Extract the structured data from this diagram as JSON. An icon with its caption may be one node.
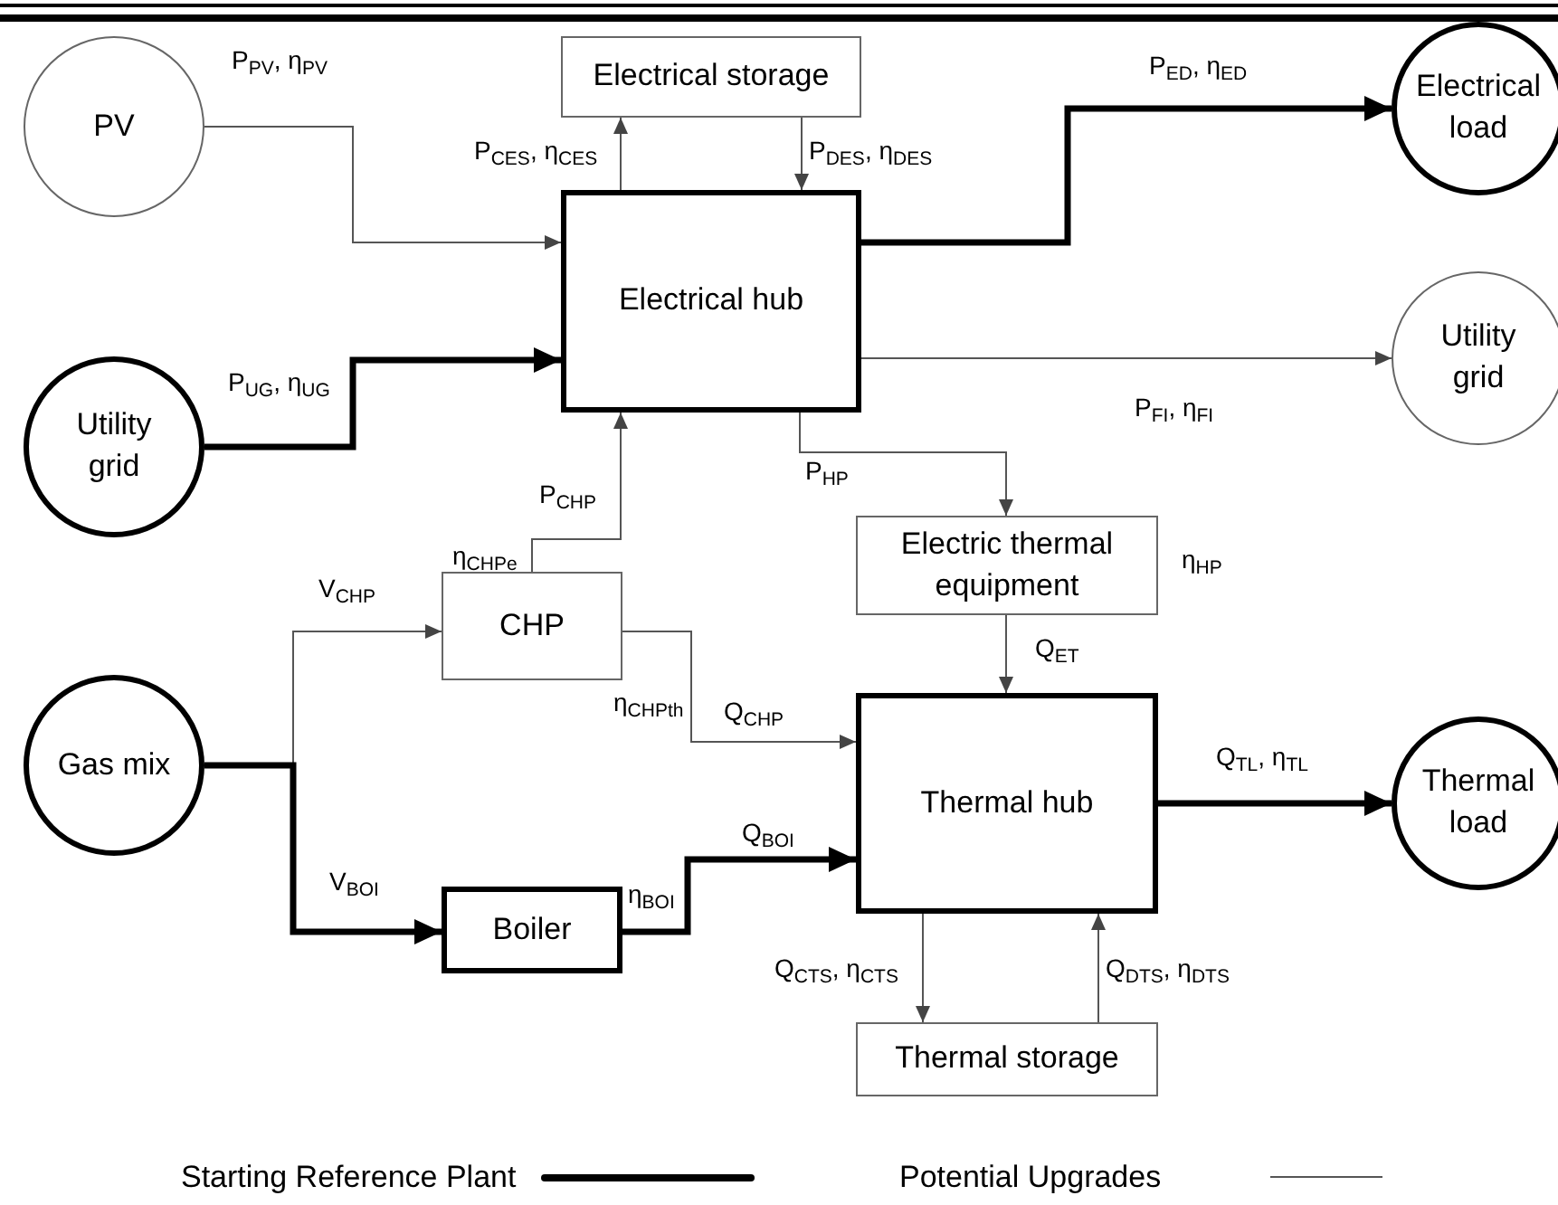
{
  "diagram": {
    "nodes": [
      {
        "text": [
          "PV"
        ]
      },
      {
        "text": [
          "Utility grid"
        ]
      },
      {
        "text": [
          "Electrical storage"
        ]
      },
      {
        "text": [
          "Electrical hub"
        ]
      },
      {
        "text": [
          "Electrical load"
        ]
      },
      {
        "text": [
          "Utility grid"
        ]
      },
      {
        "text": [
          "Electric thermal equipment"
        ],
        "beside": [
          "η$_{HP}$"
        ]
      },
      {
        "text": [
          "CHP"
        ],
        "beside": [
          "η$_{CHPe}$",
          "η$_{CHPth}$"
        ]
      },
      {
        "text": [
          "Gas mix"
        ]
      },
      {
        "text": [
          "Thermal hub"
        ]
      },
      {
        "text": [
          "Boiler"
        ],
        "beside": [
          "η$_{BOI}$"
        ]
      },
      {
        "text": [
          "Thermal load"
        ]
      },
      {
        "text": [
          "Thermal storage"
        ]
      }
    ],
    "edges": [
      {
        "from": 0,
        "to": 3,
        "arrow": "to",
        "label": "P$_{PV}$, η$_{PV}$"
      },
      {
        "from": 3,
        "to": 2,
        "arrow": "to",
        "label": "P$_{CES}$, η$_{CES}$"
      },
      {
        "from": 2,
        "to": 3,
        "arrow": "to",
        "label": "P$_{DES}$, η$_{DES}$"
      },
      {
        "from": 1,
        "to": 3,
        "arrow": "to",
        "label": "P$_{UG}$, η$_{UG}$",
        "style": "thick"
      },
      {
        "from": 3,
        "to": 4,
        "arrow": "to",
        "label": "P$_{ED}$, η$_{ED}$",
        "style": "thick"
      },
      {
        "from": 3,
        "to": 5,
        "arrow": "to",
        "label": "P$_{FI}$, η$_{FI}$"
      },
      {
        "from": 3,
        "to": 6,
        "arrow": "to",
        "label": "P$_{HP}$"
      },
      {
        "from": 7,
        "to": 3,
        "arrow": "to",
        "label": "P$_{CHP}$"
      },
      {
        "from": 8,
        "to": 7,
        "arrow": "to",
        "label": "V$_{CHP}$"
      },
      {
        "from": 7,
        "to": 9,
        "arrow": "to",
        "label": "Q$_{CHP}$"
      },
      {
        "from": 6,
        "to": 9,
        "arrow": "to",
        "label": "Q$_{ET}$"
      },
      {
        "from": 8,
        "to": 10,
        "arrow": "to",
        "label": "V$_{BOI}$",
        "style": "thick"
      },
      {
        "from": 10,
        "to": 9,
        "arrow": "to",
        "label": "Q$_{BOI}$",
        "style": "thick"
      },
      {
        "from": 9,
        "to": 11,
        "arrow": "to",
        "label": "Q$_{TL}$, η$_{TL}$",
        "style": "thick"
      },
      {
        "from": 9,
        "to": 12,
        "arrow": "to",
        "label": "Q$_{CTS}$, η$_{CTS}$"
      },
      {
        "from": 12,
        "to": 9,
        "arrow": "to",
        "label": "Q$_{DTS}$, η$_{DTS}$"
      }
    ],
    "legend": [
      {
        "text": "Starting Reference Plant"
      },
      {
        "text": "Potential Upgrades"
      }
    ]
  }
}
